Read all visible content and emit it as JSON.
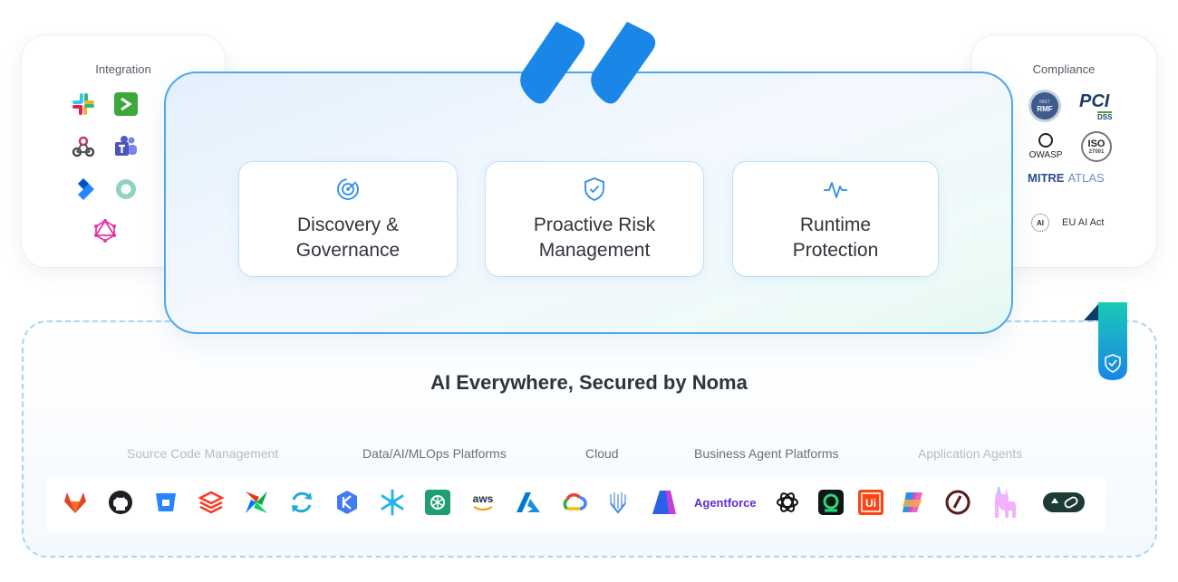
{
  "integration": {
    "title": "Integration",
    "icons": [
      "slack-icon",
      "terminal-icon",
      "webhook-icon",
      "teams-icon",
      "jira-icon",
      "okta-icon",
      "graphql-icon"
    ]
  },
  "compliance": {
    "title": "Compliance",
    "nist": {
      "line1": "NIST",
      "line2": "RMF"
    },
    "pci": {
      "main": "PCI",
      "sub": "DSS"
    },
    "owasp": "OWASP",
    "iso": {
      "main": "ISO",
      "sub": "27001"
    },
    "mitre": {
      "a": "MITRE",
      "b": "ATLAS"
    },
    "euaiact": {
      "badge": "AI",
      "label": "EU AI Act"
    }
  },
  "features": [
    {
      "line1": "Discovery &",
      "line2": "Governance",
      "icon": "radar-icon"
    },
    {
      "line1": "Proactive Risk",
      "line2": "Management",
      "icon": "shield-check-icon"
    },
    {
      "line1": "Runtime",
      "line2": "Protection",
      "icon": "pulse-icon"
    }
  ],
  "bottom": {
    "title": "AI Everywhere, Secured by Noma",
    "categories": [
      {
        "label": "Source Code Management",
        "color": "#b6bbc3"
      },
      {
        "label": "Data/AI/MLOps Platforms",
        "color": "#6b7078"
      },
      {
        "label": "Cloud",
        "color": "#6b7078"
      },
      {
        "label": "Business Agent Platforms",
        "color": "#6b7078"
      },
      {
        "label": "Application Agents",
        "color": "#b6bbc3"
      }
    ],
    "agentforce": "Agentforce",
    "uipath": "Ui",
    "aws": "aws"
  },
  "colors": {
    "brand_blue": "#1a86e8",
    "accent_teal": "#19c9b5",
    "border_blue": "#4ea7ec"
  }
}
